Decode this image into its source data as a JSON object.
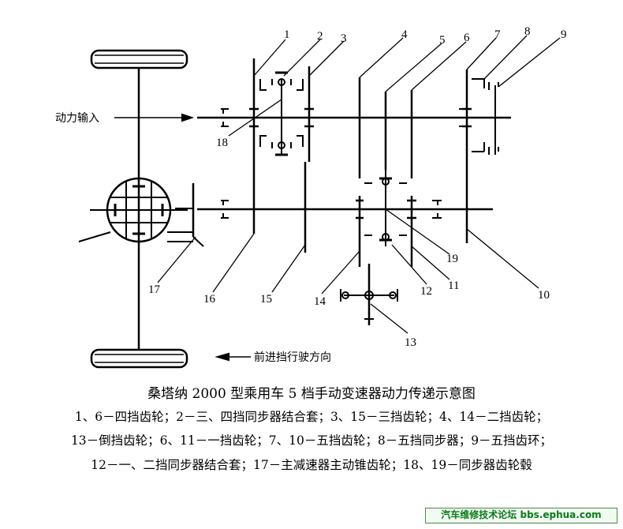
{
  "diagram": {
    "callouts": [
      "1",
      "2",
      "3",
      "4",
      "5",
      "6",
      "7",
      "8",
      "9",
      "10",
      "11",
      "12",
      "13",
      "14",
      "15",
      "16",
      "17",
      "18",
      "19"
    ],
    "power_input_label": "动力输入",
    "direction_label": "前进挡行驶方向"
  },
  "caption": {
    "title": "桑塔纳 2000 型乘用车 5 档手动变速器动力传递示意图",
    "legend_lines": [
      "1、6－四挡齿轮；2－三、四挡同步器结合套；3、15－三挡齿轮；4、14－二挡齿轮；",
      "13－倒挡齿轮；6、11－一挡齿轮；7、10－五挡齿轮；8－五挡同步器；9－五挡齿环；",
      "12－一、二挡同步器结合套；17－主减速器主动锥齿轮；18、19－同步器齿轮毂"
    ]
  },
  "watermark": "汽车维修技术论坛 bbs.ephua.com"
}
